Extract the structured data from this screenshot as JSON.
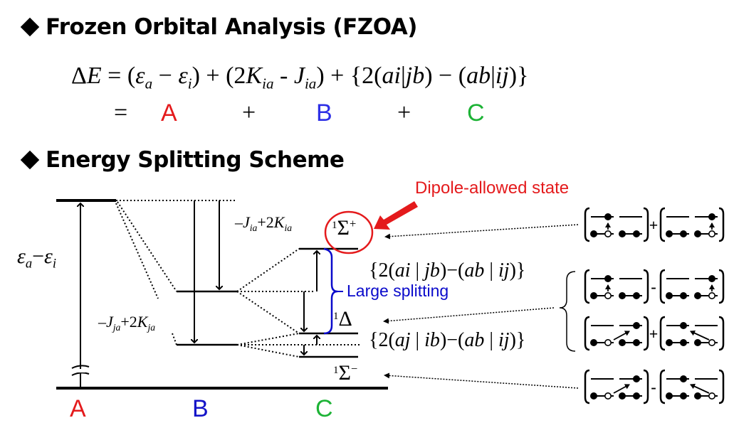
{
  "headings": {
    "section1": "Frozen Orbital Analysis (FZOA)",
    "section2": "Energy Splitting Scheme"
  },
  "equation": {
    "lhs": "ΔE",
    "term_a": "(ε_a − ε_i)",
    "term_b": "(2K_ia - J_ia)",
    "term_c": "{2(ai|jb) − (ab|ij)}",
    "equals": "=",
    "plus": "+",
    "label_a": "A",
    "label_b": "B",
    "label_c": "C"
  },
  "diagram": {
    "axis_labels": {
      "a": "A",
      "b": "B",
      "c": "C"
    },
    "orbital_gap_label": "εa−εi",
    "exchange_label_ia": "−Jia+2Kia",
    "exchange_label_ja": "−Jja+2Kja",
    "states": {
      "sigma_plus": "1Σ+",
      "delta": "1Δ",
      "sigma_minus": "1Σ−"
    },
    "splitting_upper": "{2(ai | jb)−(ab | ij)}",
    "splitting_lower": "{2(aj | ib)−(ab | ij)}",
    "large_splitting_label": "Large splitting",
    "dipole_label": "Dipole-allowed state",
    "configurations": [
      {
        "state": "1Σ+",
        "operator": "+"
      },
      {
        "state": "1Δ",
        "operator": "-"
      },
      {
        "state": "1Δ",
        "operator": "+"
      },
      {
        "state": "1Σ−",
        "operator": "-"
      }
    ]
  },
  "colors": {
    "A": "#e41a1c",
    "B": "#2d2fe6",
    "C": "#1db336",
    "dipole": "#e41a1c",
    "large_splitting": "#0a0acb"
  }
}
